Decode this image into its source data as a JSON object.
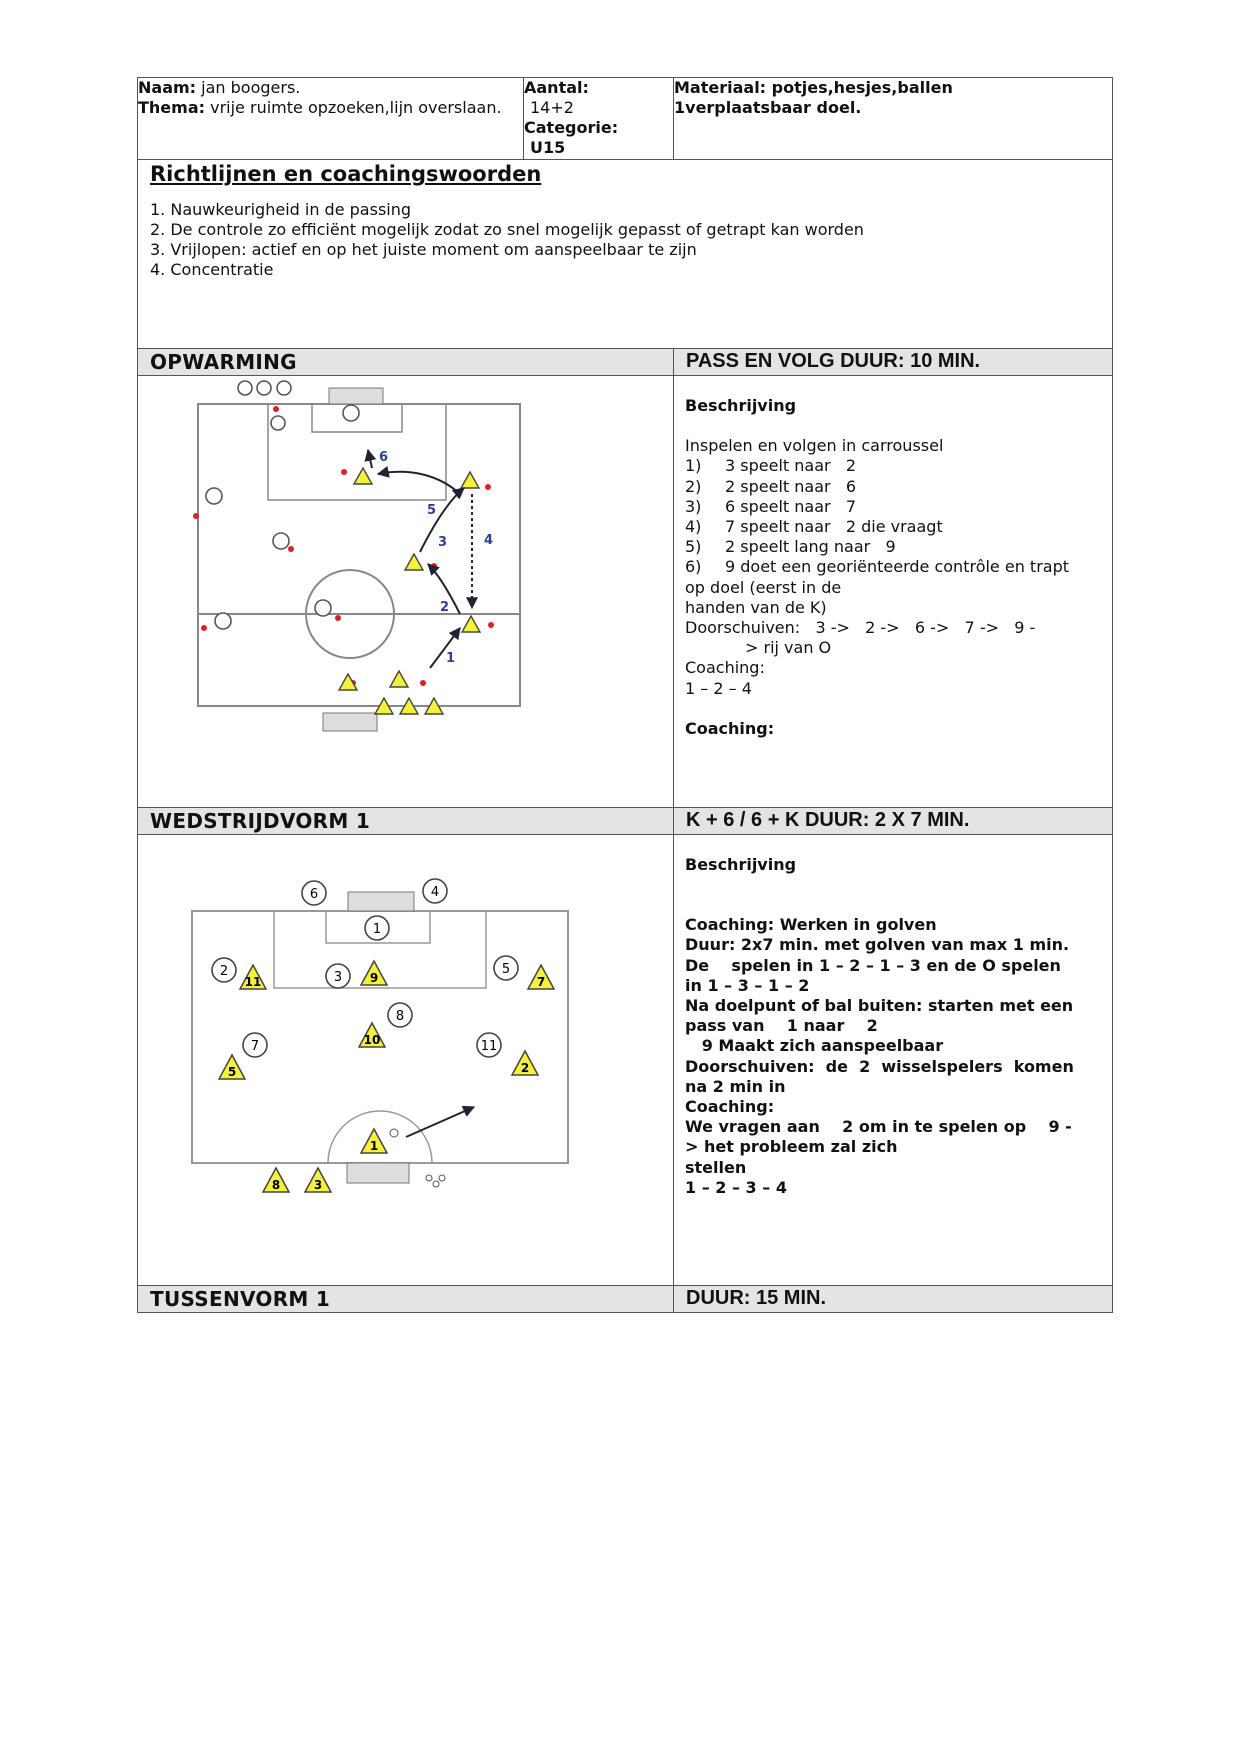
{
  "header": {
    "naam_label": "Naam:",
    "naam_value": " jan boogers.",
    "thema_label": "Thema:",
    "thema_value": " vrije ruimte opzoeken,lijn overslaan.",
    "aantal_label": "Aantal:",
    "aantal_value": "14+2",
    "categorie_label": "Categorie:",
    "categorie_value": "U15",
    "materiaal_line1": "Materiaal: potjes,hesjes,ballen",
    "materiaal_line2": "1verplaatsbaar doel."
  },
  "richtlijnen": {
    "title": "Richtlijnen en coachingswoorden",
    "items": [
      "1. Nauwkeurigheid in de passing",
      "2. De controle zo efficiënt mogelijk zodat zo snel mogelijk gepasst of getrapt kan worden",
      "3. Vrijlopen: actief en op het juiste moment om aanspeelbaar te zijn",
      "4. Concentratie"
    ]
  },
  "opwarming": {
    "title": "OPWARMING",
    "duration": "PASS EN VOLG DUUR: 10 MIN.",
    "beschrijving_label": "Beschrijving",
    "intro": "Inspelen en volgen in carroussel",
    "steps": [
      {
        "n": "1)",
        "t": "3 speelt naar   2"
      },
      {
        "n": "2)",
        "t": "2 speelt naar   6"
      },
      {
        "n": "3)",
        "t": "6 speelt naar   7"
      },
      {
        "n": "4)",
        "t": "7 speelt naar   2 die vraagt"
      },
      {
        "n": "5)",
        "t": "2 speelt lang naar   9"
      },
      {
        "n": "6)",
        "t": "9 doet een georiënteerde contrôle en trapt"
      }
    ],
    "step6_cont": "op doel (eerst in de",
    "handen": "handen van de K)",
    "doorschuiven": "Doorschuiven:   3 ->   2 ->   6 ->   7 ->   9 -",
    "doorschuiven_cont": "> rij van O",
    "coaching_label": "Coaching:",
    "coaching_value": "1 – 2 – 4",
    "coaching_bold": "Coaching:",
    "diagram_numbers": [
      "6",
      "5",
      "3",
      "4",
      "2",
      "1"
    ]
  },
  "wedstrijdvorm": {
    "title": "WEDSTRIJDVORM 1",
    "duration": "K + 6 / 6 + K DUUR: 2 X 7 MIN.",
    "beschrijving_label": "Beschrijving",
    "lines": [
      "Coaching: Werken in golven",
      "Duur: 2x7 min. met golven van max 1 min.",
      "De    spelen in 1 – 2 – 1 – 3 en de O spelen",
      "in 1 – 3 – 1 – 2",
      "Na doelpunt of bal buiten: starten met een",
      "pass van    1 naar    2",
      "   9 Maakt zich aanspeelbaar",
      "Doorschuiven:  de  2  wisselspelers  komen",
      "na 2 min in",
      "Coaching:",
      "We vragen aan    2 om in te spelen op    9 -",
      "> het probleem zal zich",
      "stellen",
      "1 – 2 – 3 – 4"
    ],
    "circles": [
      "6",
      "4",
      "1",
      "2",
      "3",
      "5",
      "8",
      "7",
      "11"
    ],
    "triangles": [
      "11",
      "9",
      "7",
      "10",
      "5",
      "2",
      "1",
      "8",
      "3"
    ]
  },
  "tussenvorm": {
    "title": "TUSSENVORM 1",
    "duration": "DUUR: 15 MIN."
  }
}
